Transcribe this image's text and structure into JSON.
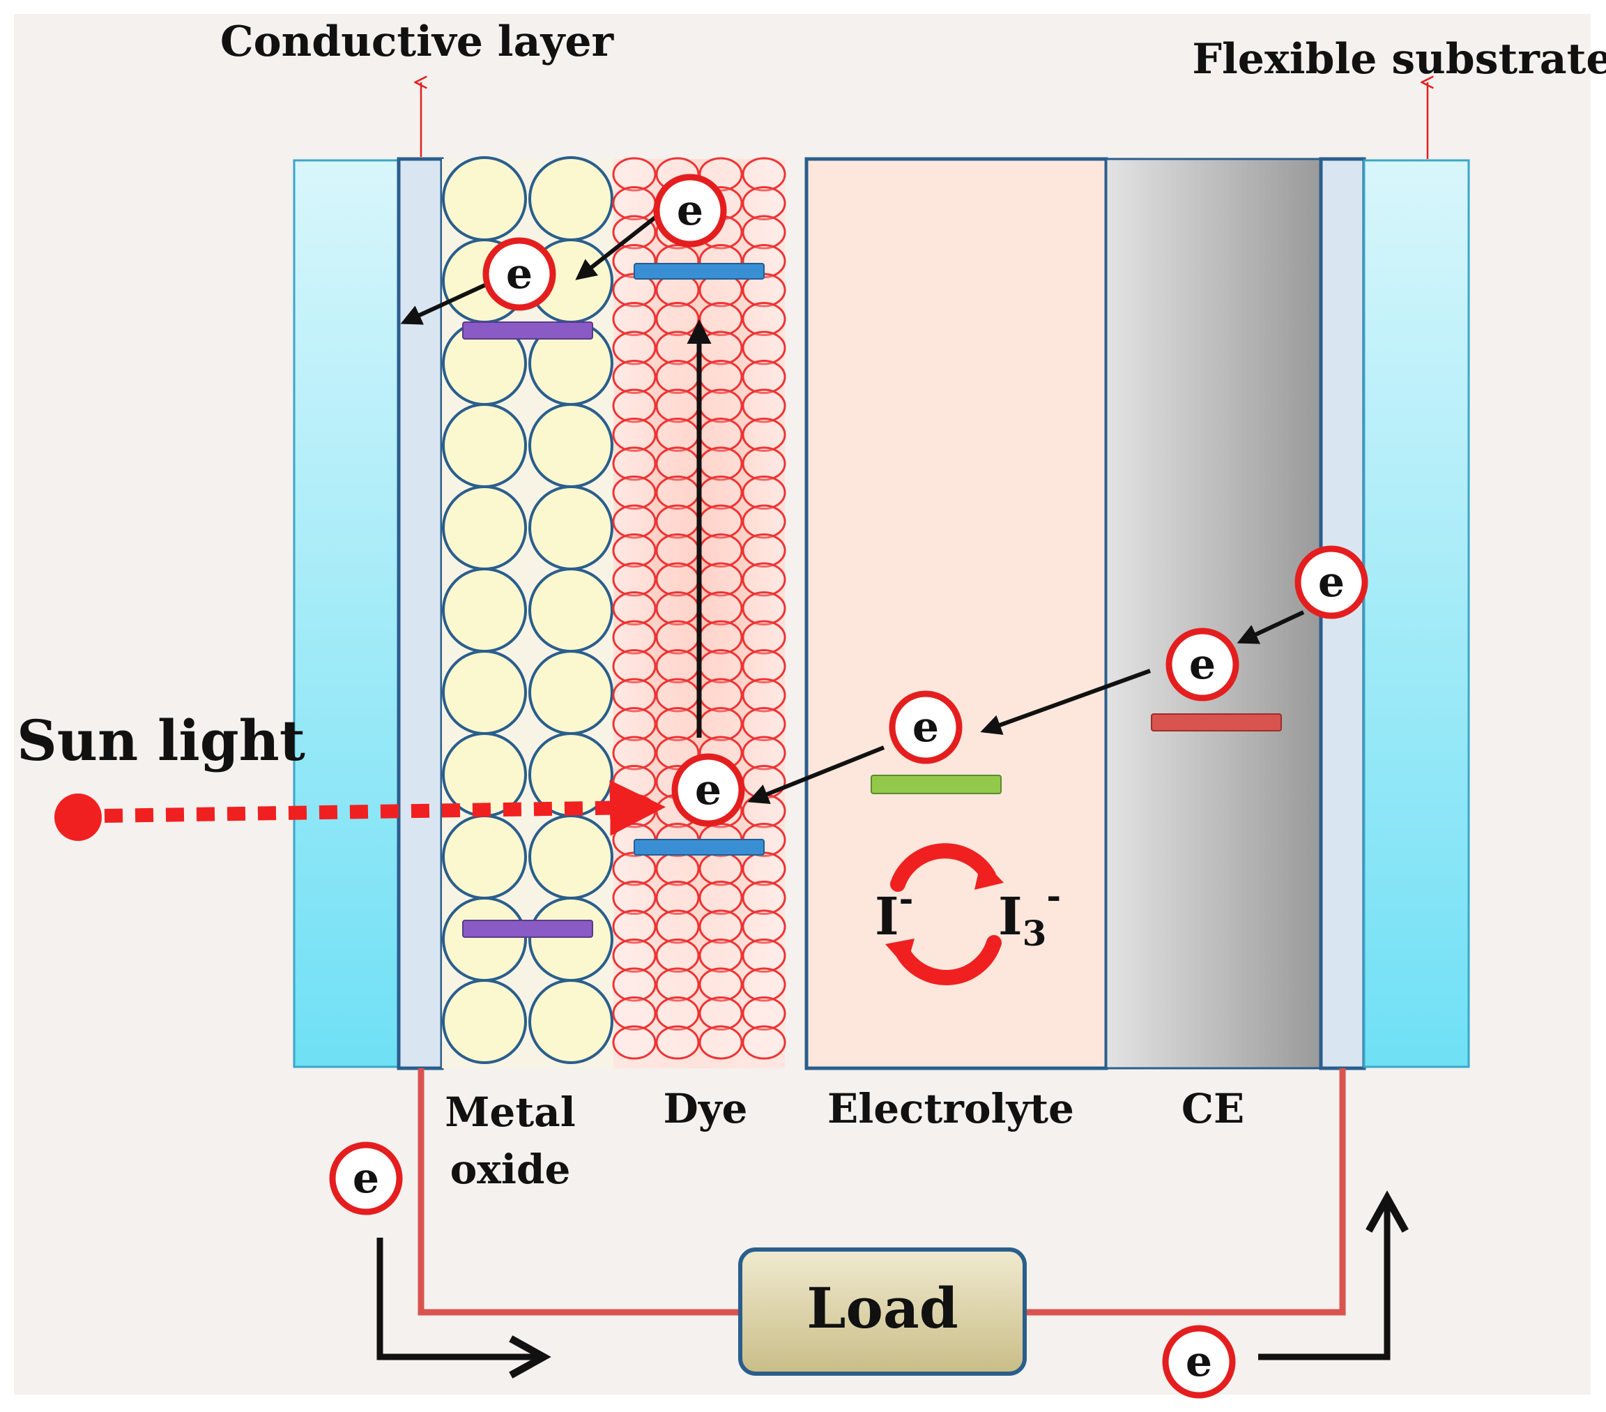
{
  "labels": {
    "conductive_layer": "Conductive layer",
    "flexible_substrate": "Flexible substrate",
    "sun_light": "Sun light",
    "metal_oxide_line1": "Metal",
    "metal_oxide_line2": "oxide",
    "dye": "Dye",
    "electrolyte": "Electrolyte",
    "ce": "CE",
    "load": "Load",
    "iodide_base": "I",
    "iodide_charge": "-",
    "triiodide_base": "I",
    "triiodide_sub": "3",
    "triiodide_charge": "-",
    "electron": "e"
  },
  "colors": {
    "background": "#f4f1ef",
    "substrate": "#8ee6f5",
    "conductive": "#d9e6f2",
    "outline": "#2a5e8c",
    "metal_oxide_fill": "#fbf8cf",
    "dye_fill": "#ffd2c8",
    "dye_outline": "#ee3333",
    "electrolyte_fill": "#fde7dc",
    "ce_fill": "#c9c9c9",
    "wire": "#d9534f",
    "load_fill": "#d8cfa3",
    "electron_outline": "#e41e1e",
    "level_blue": "#3a8fd4",
    "level_purple": "#8a5bc4",
    "level_green": "#92c94a",
    "level_red": "#d9534f"
  },
  "icons": [
    "electron-icon",
    "sun-source-icon",
    "redox-cycle-icon"
  ]
}
